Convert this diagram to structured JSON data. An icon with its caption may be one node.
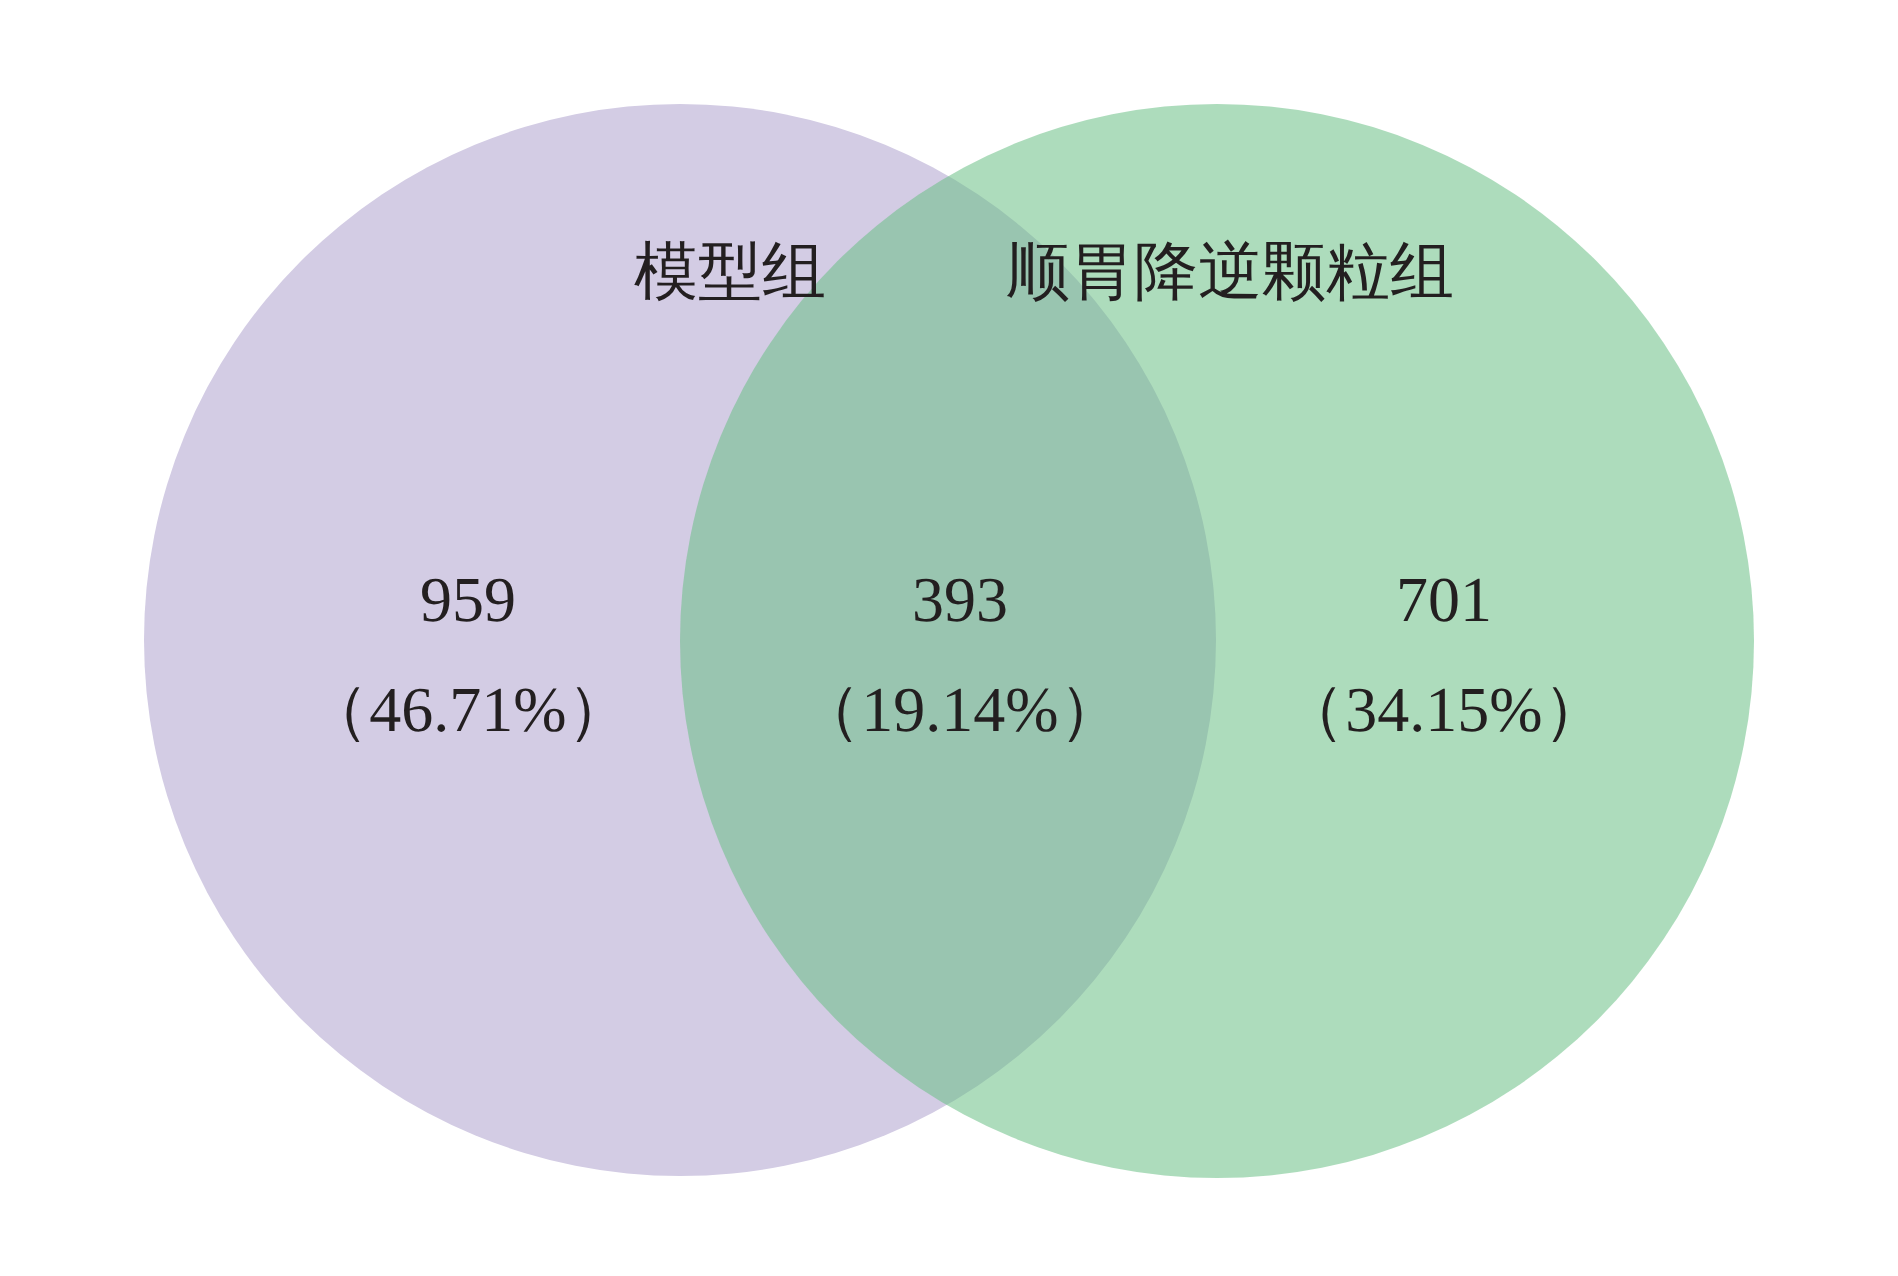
{
  "diagram": {
    "nodes": [
      {
        "text": [
          "模型组",
          "959",
          "（46.71%）"
        ]
      },
      {
        "text": [
          "顺胃降逆颗粒组",
          "701",
          "（34.15%）"
        ]
      }
    ],
    "edges": [],
    "labels": [
      "393",
      "（19.14%）"
    ]
  }
}
